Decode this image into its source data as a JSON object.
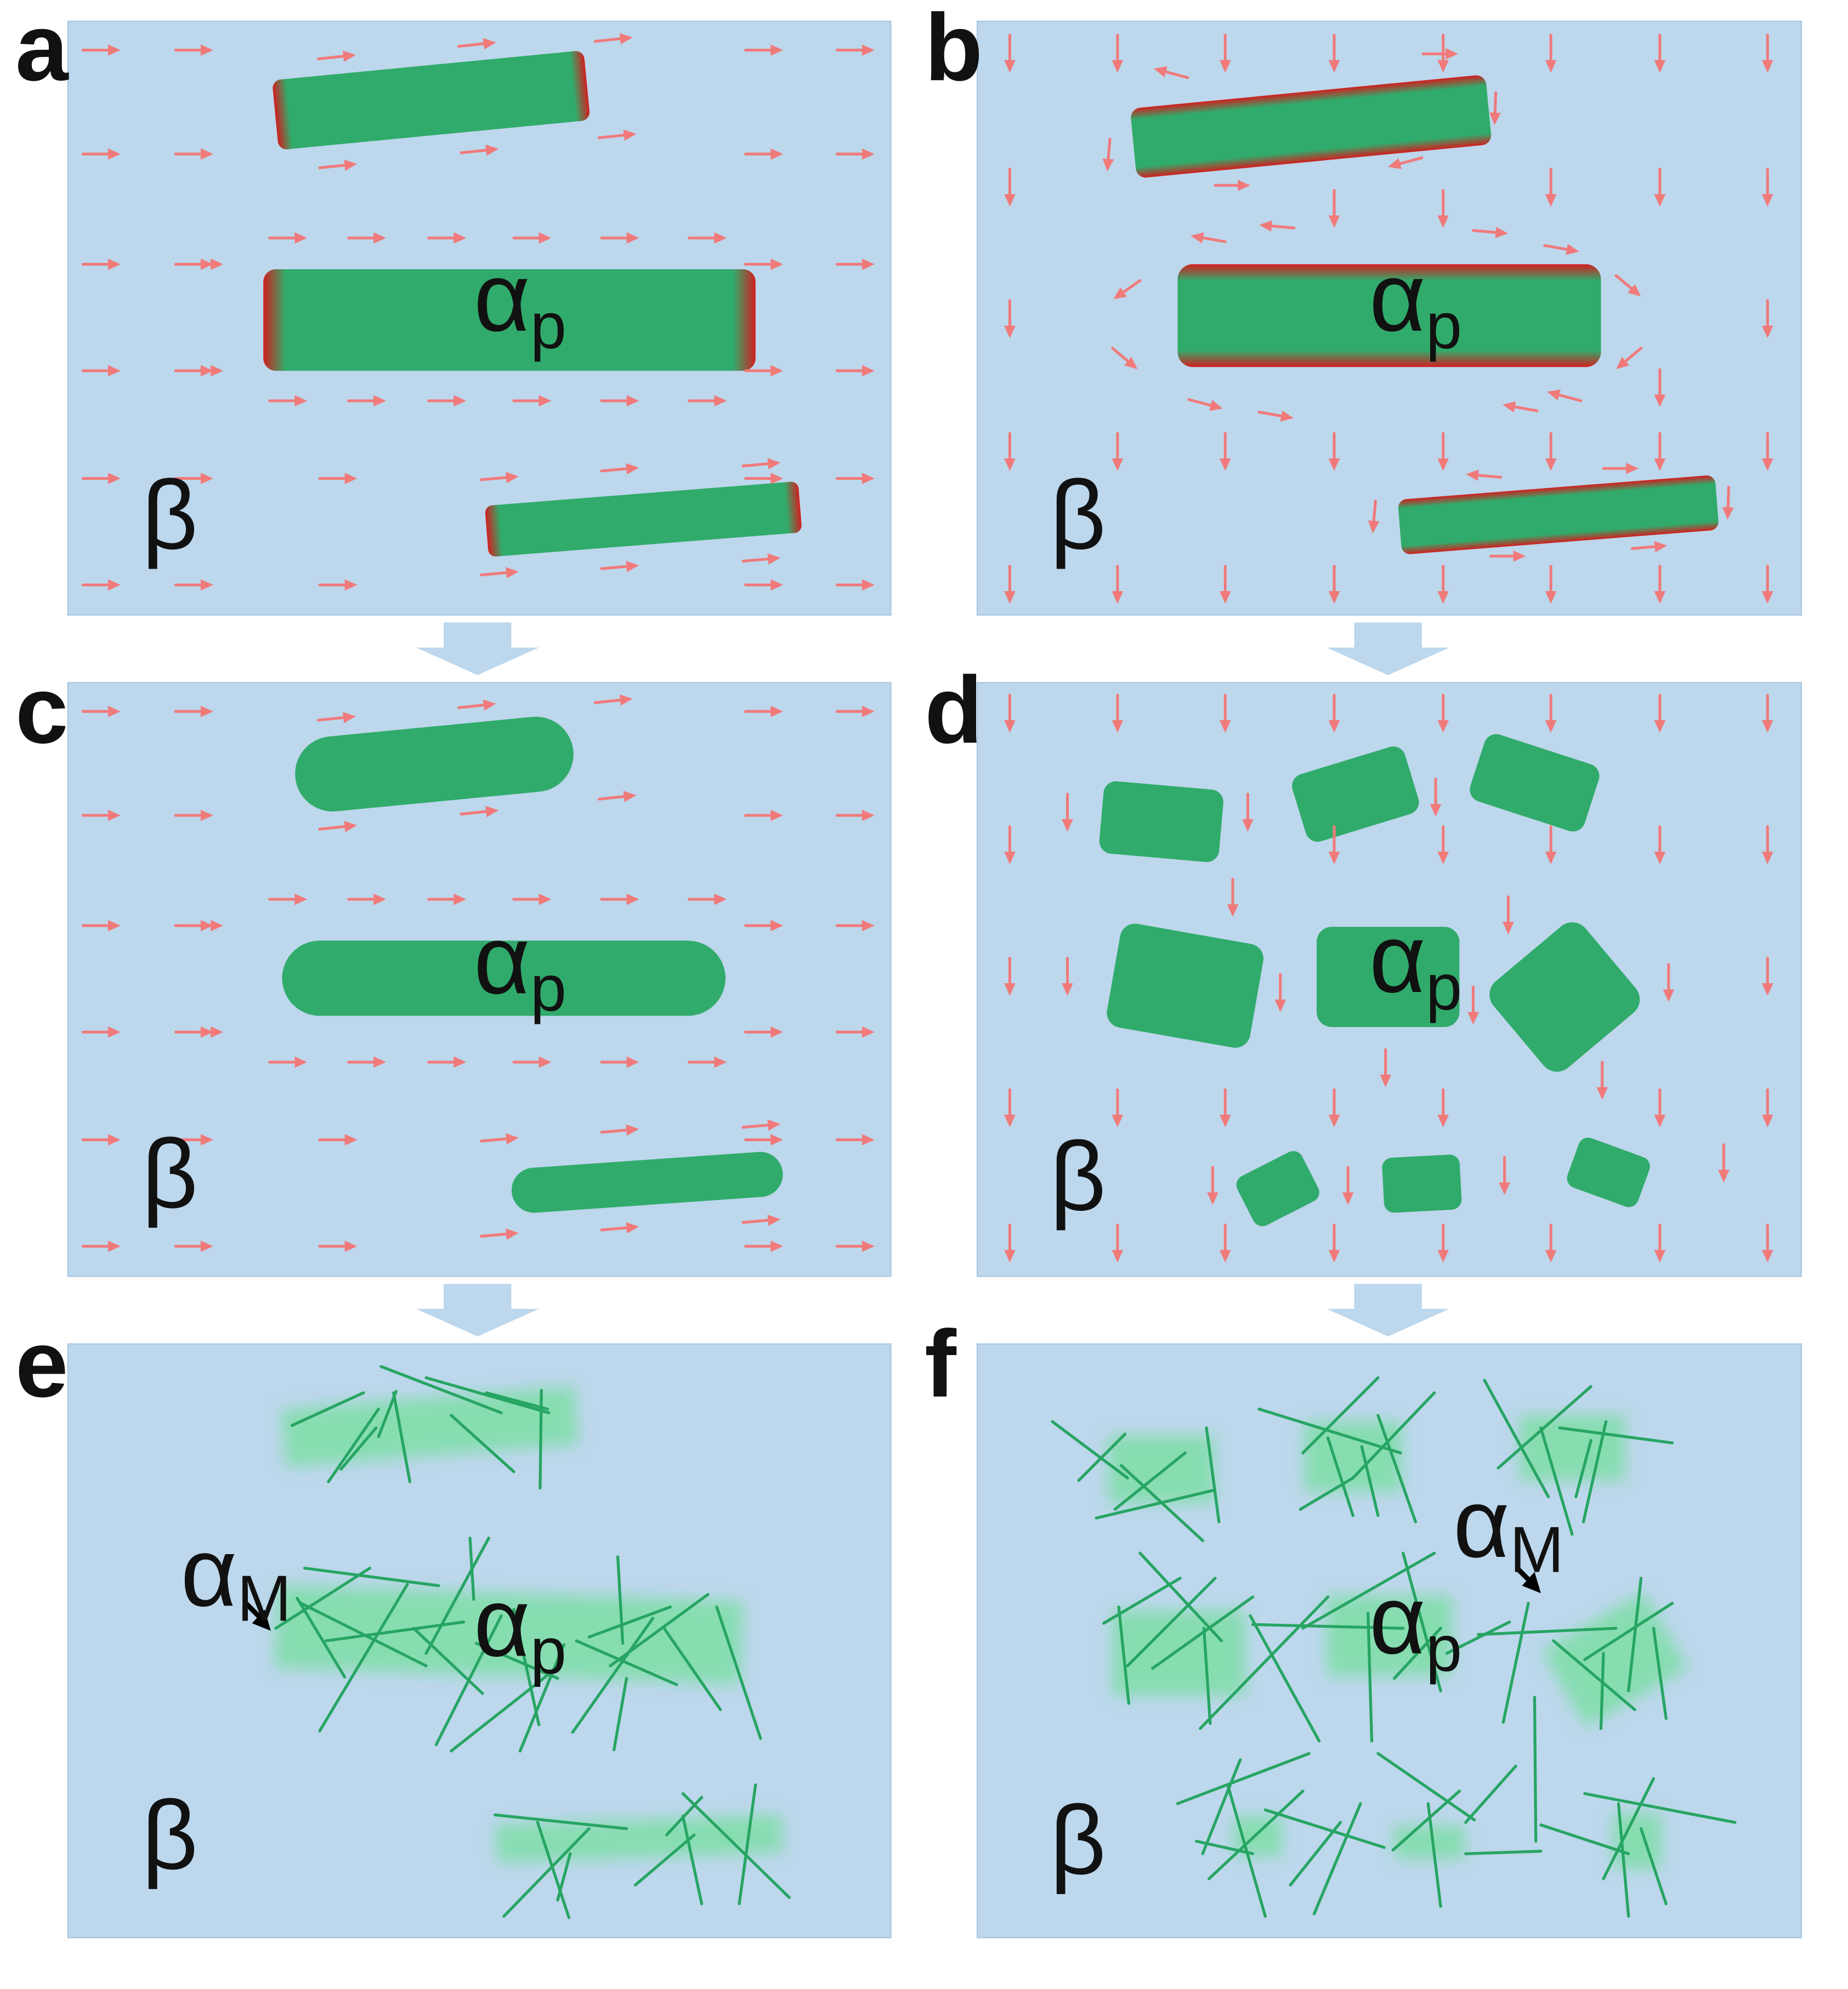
{
  "panels": [
    {
      "label": "a",
      "matrix_label": "β",
      "precip_label": "α",
      "precip_sub": "p"
    },
    {
      "label": "b",
      "matrix_label": "β",
      "precip_label": "α",
      "precip_sub": "p"
    },
    {
      "label": "c",
      "matrix_label": "β",
      "precip_label": "α",
      "precip_sub": "p"
    },
    {
      "label": "d",
      "matrix_label": "β",
      "precip_label": "α",
      "precip_sub": "p"
    },
    {
      "label": "e",
      "matrix_label": "β",
      "precip_label": "α",
      "precip_sub": "p",
      "martensite_label": "α",
      "martensite_sub": "M"
    },
    {
      "label": "f",
      "matrix_label": "β",
      "precip_label": "α",
      "precip_sub": "p",
      "martensite_label": "α",
      "martensite_sub": "M"
    }
  ],
  "colors": {
    "panel_bg": "#bdd7ec",
    "precipitate": "#31ab6b",
    "precipitate_faded": "#86ddb0",
    "interface": "#d11f1f",
    "flow_arrow": "#f07a7a",
    "stage_arrow": "#bdd7ec",
    "needle": "#27a563"
  },
  "icons": {
    "flow": "diffusion-arrow-icon",
    "stage": "down-stage-arrow-icon",
    "pointer": "black-pointer-arrow-icon"
  }
}
